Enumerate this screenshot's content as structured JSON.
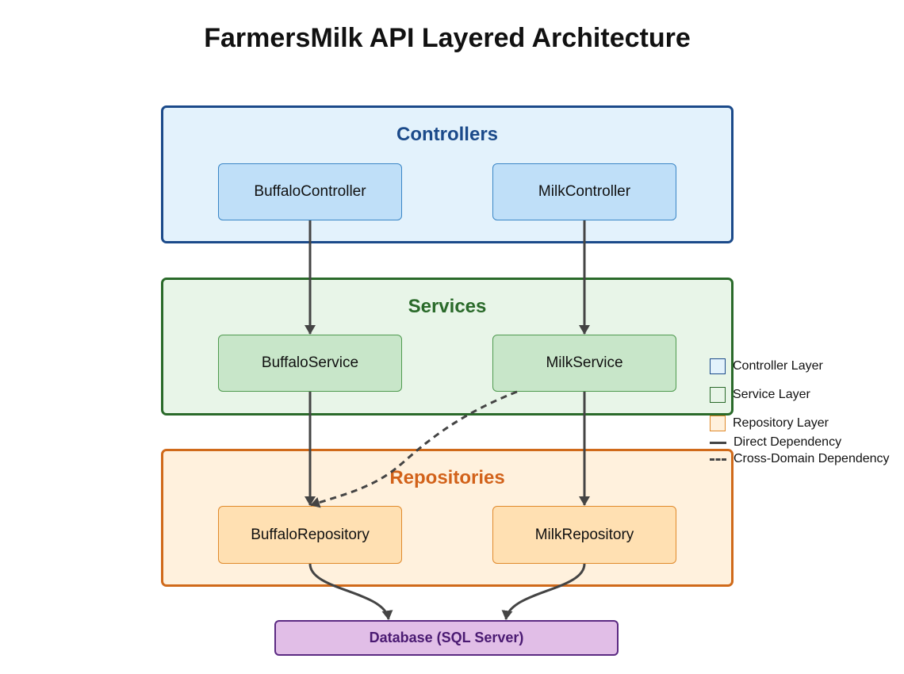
{
  "title": "FarmersMilk API Layered Architecture",
  "layers": {
    "controllers": {
      "title": "Controllers",
      "color": "#1b4a8a",
      "items": [
        "BuffaloController",
        "MilkController"
      ]
    },
    "services": {
      "title": "Services",
      "color": "#2a6a2a",
      "items": [
        "BuffaloService",
        "MilkService"
      ]
    },
    "repositories": {
      "title": "Repositories",
      "color": "#d2621a",
      "items": [
        "BuffaloRepository",
        "MilkRepository"
      ]
    }
  },
  "database": {
    "label": "Database (SQL Server)",
    "color": "#5b2a82"
  },
  "edges": [
    {
      "from": "BuffaloController",
      "to": "BuffaloService",
      "style": "solid"
    },
    {
      "from": "MilkController",
      "to": "MilkService",
      "style": "solid"
    },
    {
      "from": "BuffaloService",
      "to": "BuffaloRepository",
      "style": "solid"
    },
    {
      "from": "MilkService",
      "to": "MilkRepository",
      "style": "solid"
    },
    {
      "from": "MilkService",
      "to": "BuffaloRepository",
      "style": "dashed"
    },
    {
      "from": "BuffaloRepository",
      "to": "Database (SQL Server)",
      "style": "solid"
    },
    {
      "from": "MilkRepository",
      "to": "Database (SQL Server)",
      "style": "solid"
    }
  ],
  "legend": [
    {
      "label": "Controller Layer",
      "kind": "swatch",
      "fill": "#e3f2fc",
      "stroke": "#1b4a8a"
    },
    {
      "label": "Service Layer",
      "kind": "swatch",
      "fill": "#e8f5e8",
      "stroke": "#2a6a2a"
    },
    {
      "label": "Repository Layer",
      "kind": "swatch",
      "fill": "#fff1dd",
      "stroke": "#e08a2c"
    },
    {
      "label": "Direct Dependency",
      "kind": "solid-line"
    },
    {
      "label": "Cross-Domain Dependency",
      "kind": "dashed-line"
    }
  ]
}
